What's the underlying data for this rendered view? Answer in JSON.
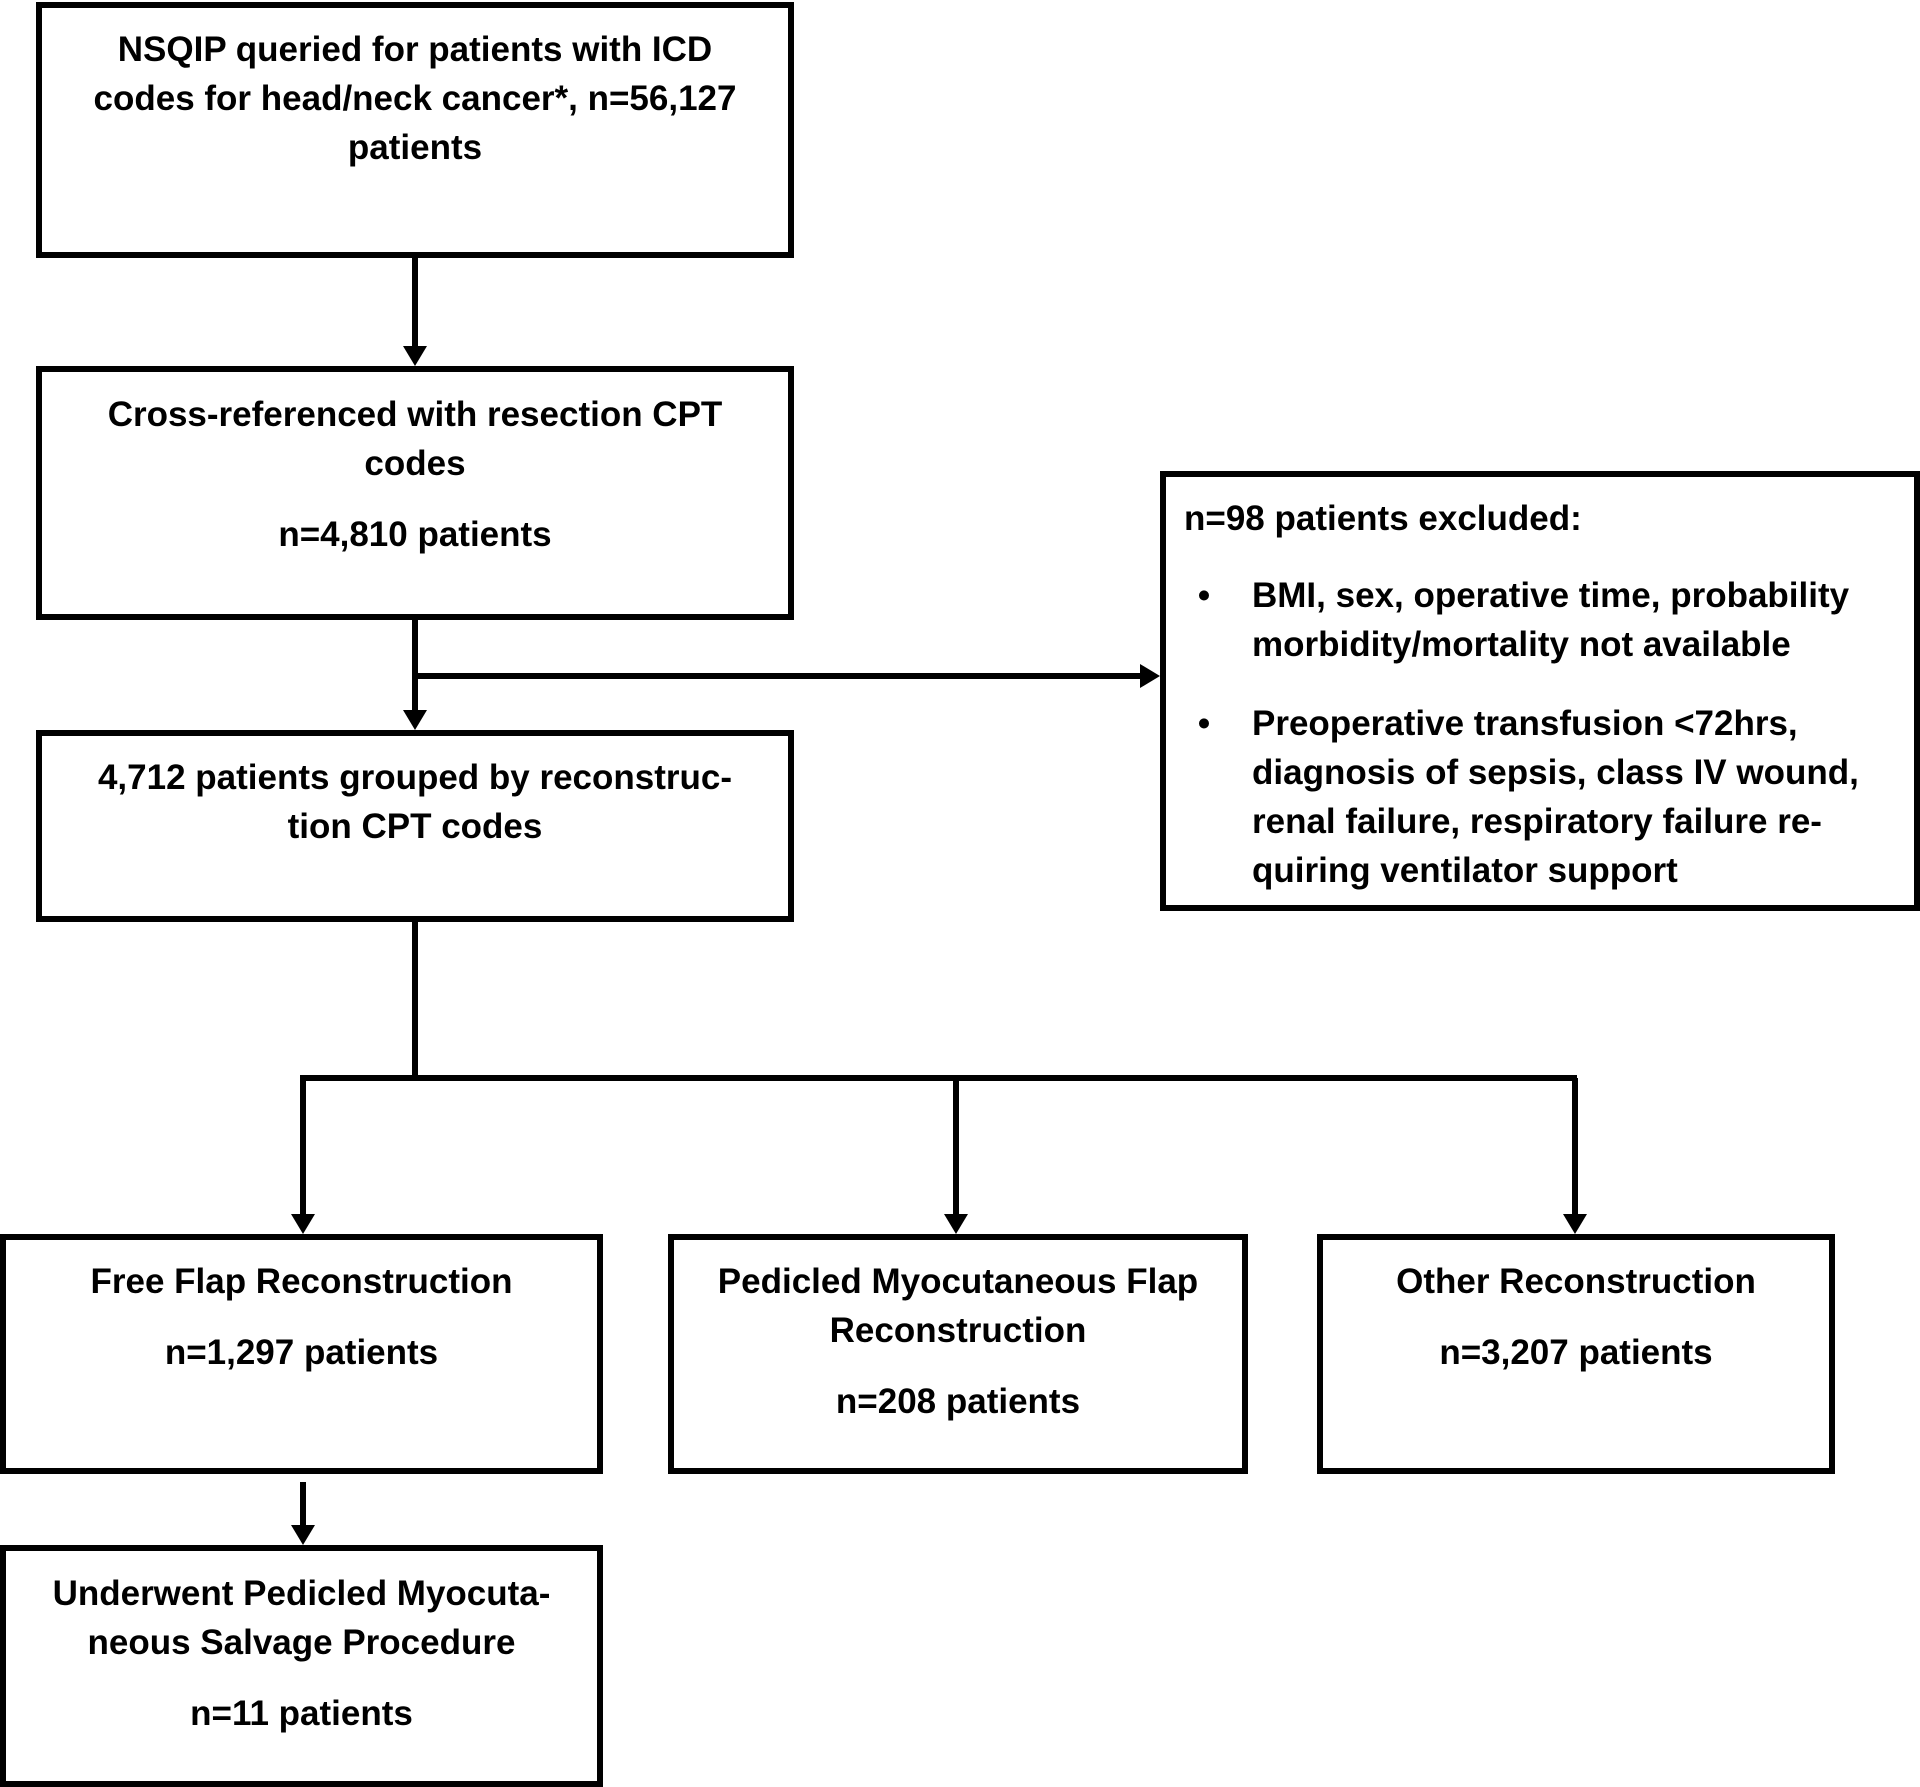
{
  "boxes": {
    "query": {
      "lines": [
        "NSQIP queried for patients with ICD",
        "codes for head/neck cancer*, n=56,127",
        "patients"
      ]
    },
    "crossref": {
      "lines": [
        "Cross-referenced with resection CPT",
        "codes"
      ],
      "count": "n=4,810 patients"
    },
    "grouped": {
      "lines": [
        "4,712 patients grouped by reconstruc-",
        "tion CPT codes"
      ]
    },
    "excluded": {
      "heading": "n=98 patients excluded:",
      "bullet_glyph": "•",
      "items": [
        {
          "lines": [
            "BMI, sex, operative time, probability",
            "morbidity/mortality not available"
          ]
        },
        {
          "lines": [
            "Preoperative transfusion <72hrs,",
            "diagnosis of sepsis, class IV wound,",
            "renal failure, respiratory failure re-",
            "quiring ventilator support"
          ]
        }
      ]
    },
    "free_flap": {
      "lines": [
        "Free Flap Reconstruction"
      ],
      "count": "n=1,297 patients"
    },
    "pedicled": {
      "lines": [
        "Pedicled Myocutaneous Flap",
        "Reconstruction"
      ],
      "count": "n=208 patients"
    },
    "other": {
      "lines": [
        "Other Reconstruction"
      ],
      "count": "n=3,207 patients"
    },
    "salvage": {
      "lines": [
        "Underwent Pedicled Myocuta-",
        "neous Salvage Procedure"
      ],
      "count": "n=11 patients"
    }
  }
}
